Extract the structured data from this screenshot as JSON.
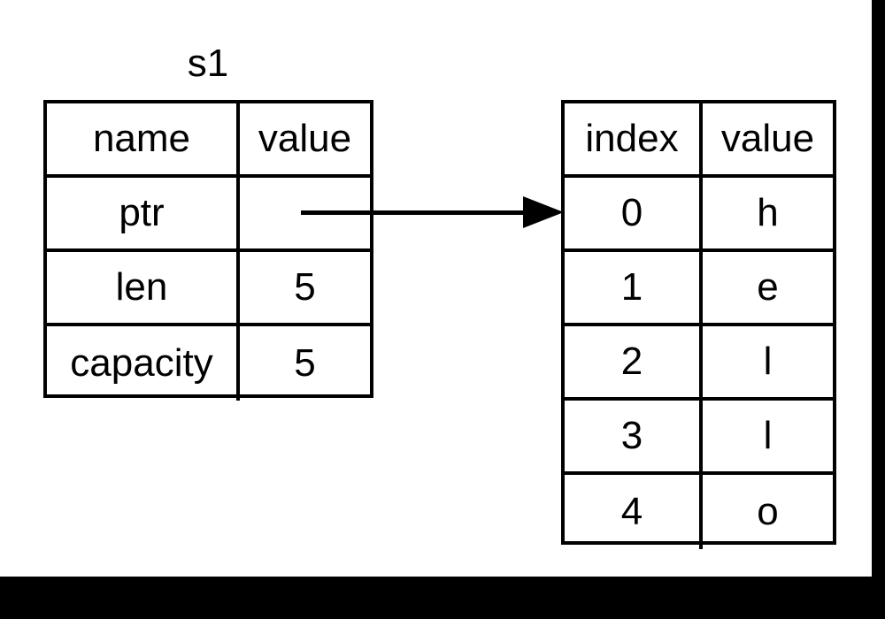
{
  "diagram": {
    "title": "s1",
    "struct_table": {
      "name": "s1",
      "headers": [
        "name",
        "value"
      ],
      "rows": [
        {
          "name": "ptr",
          "value": ""
        },
        {
          "name": "len",
          "value": "5"
        },
        {
          "name": "capacity",
          "value": "5"
        }
      ]
    },
    "buffer_table": {
      "headers": [
        "index",
        "value"
      ],
      "rows": [
        {
          "index": "0",
          "value": "h"
        },
        {
          "index": "1",
          "value": "e"
        },
        {
          "index": "2",
          "value": "l"
        },
        {
          "index": "3",
          "value": "l"
        },
        {
          "index": "4",
          "value": "o"
        }
      ]
    },
    "pointer_arrow": {
      "label": "",
      "from": "ptr",
      "to": "index-0"
    },
    "colors": {
      "stroke": "#000000",
      "background": "#ffffff",
      "frame": "#000000"
    }
  }
}
